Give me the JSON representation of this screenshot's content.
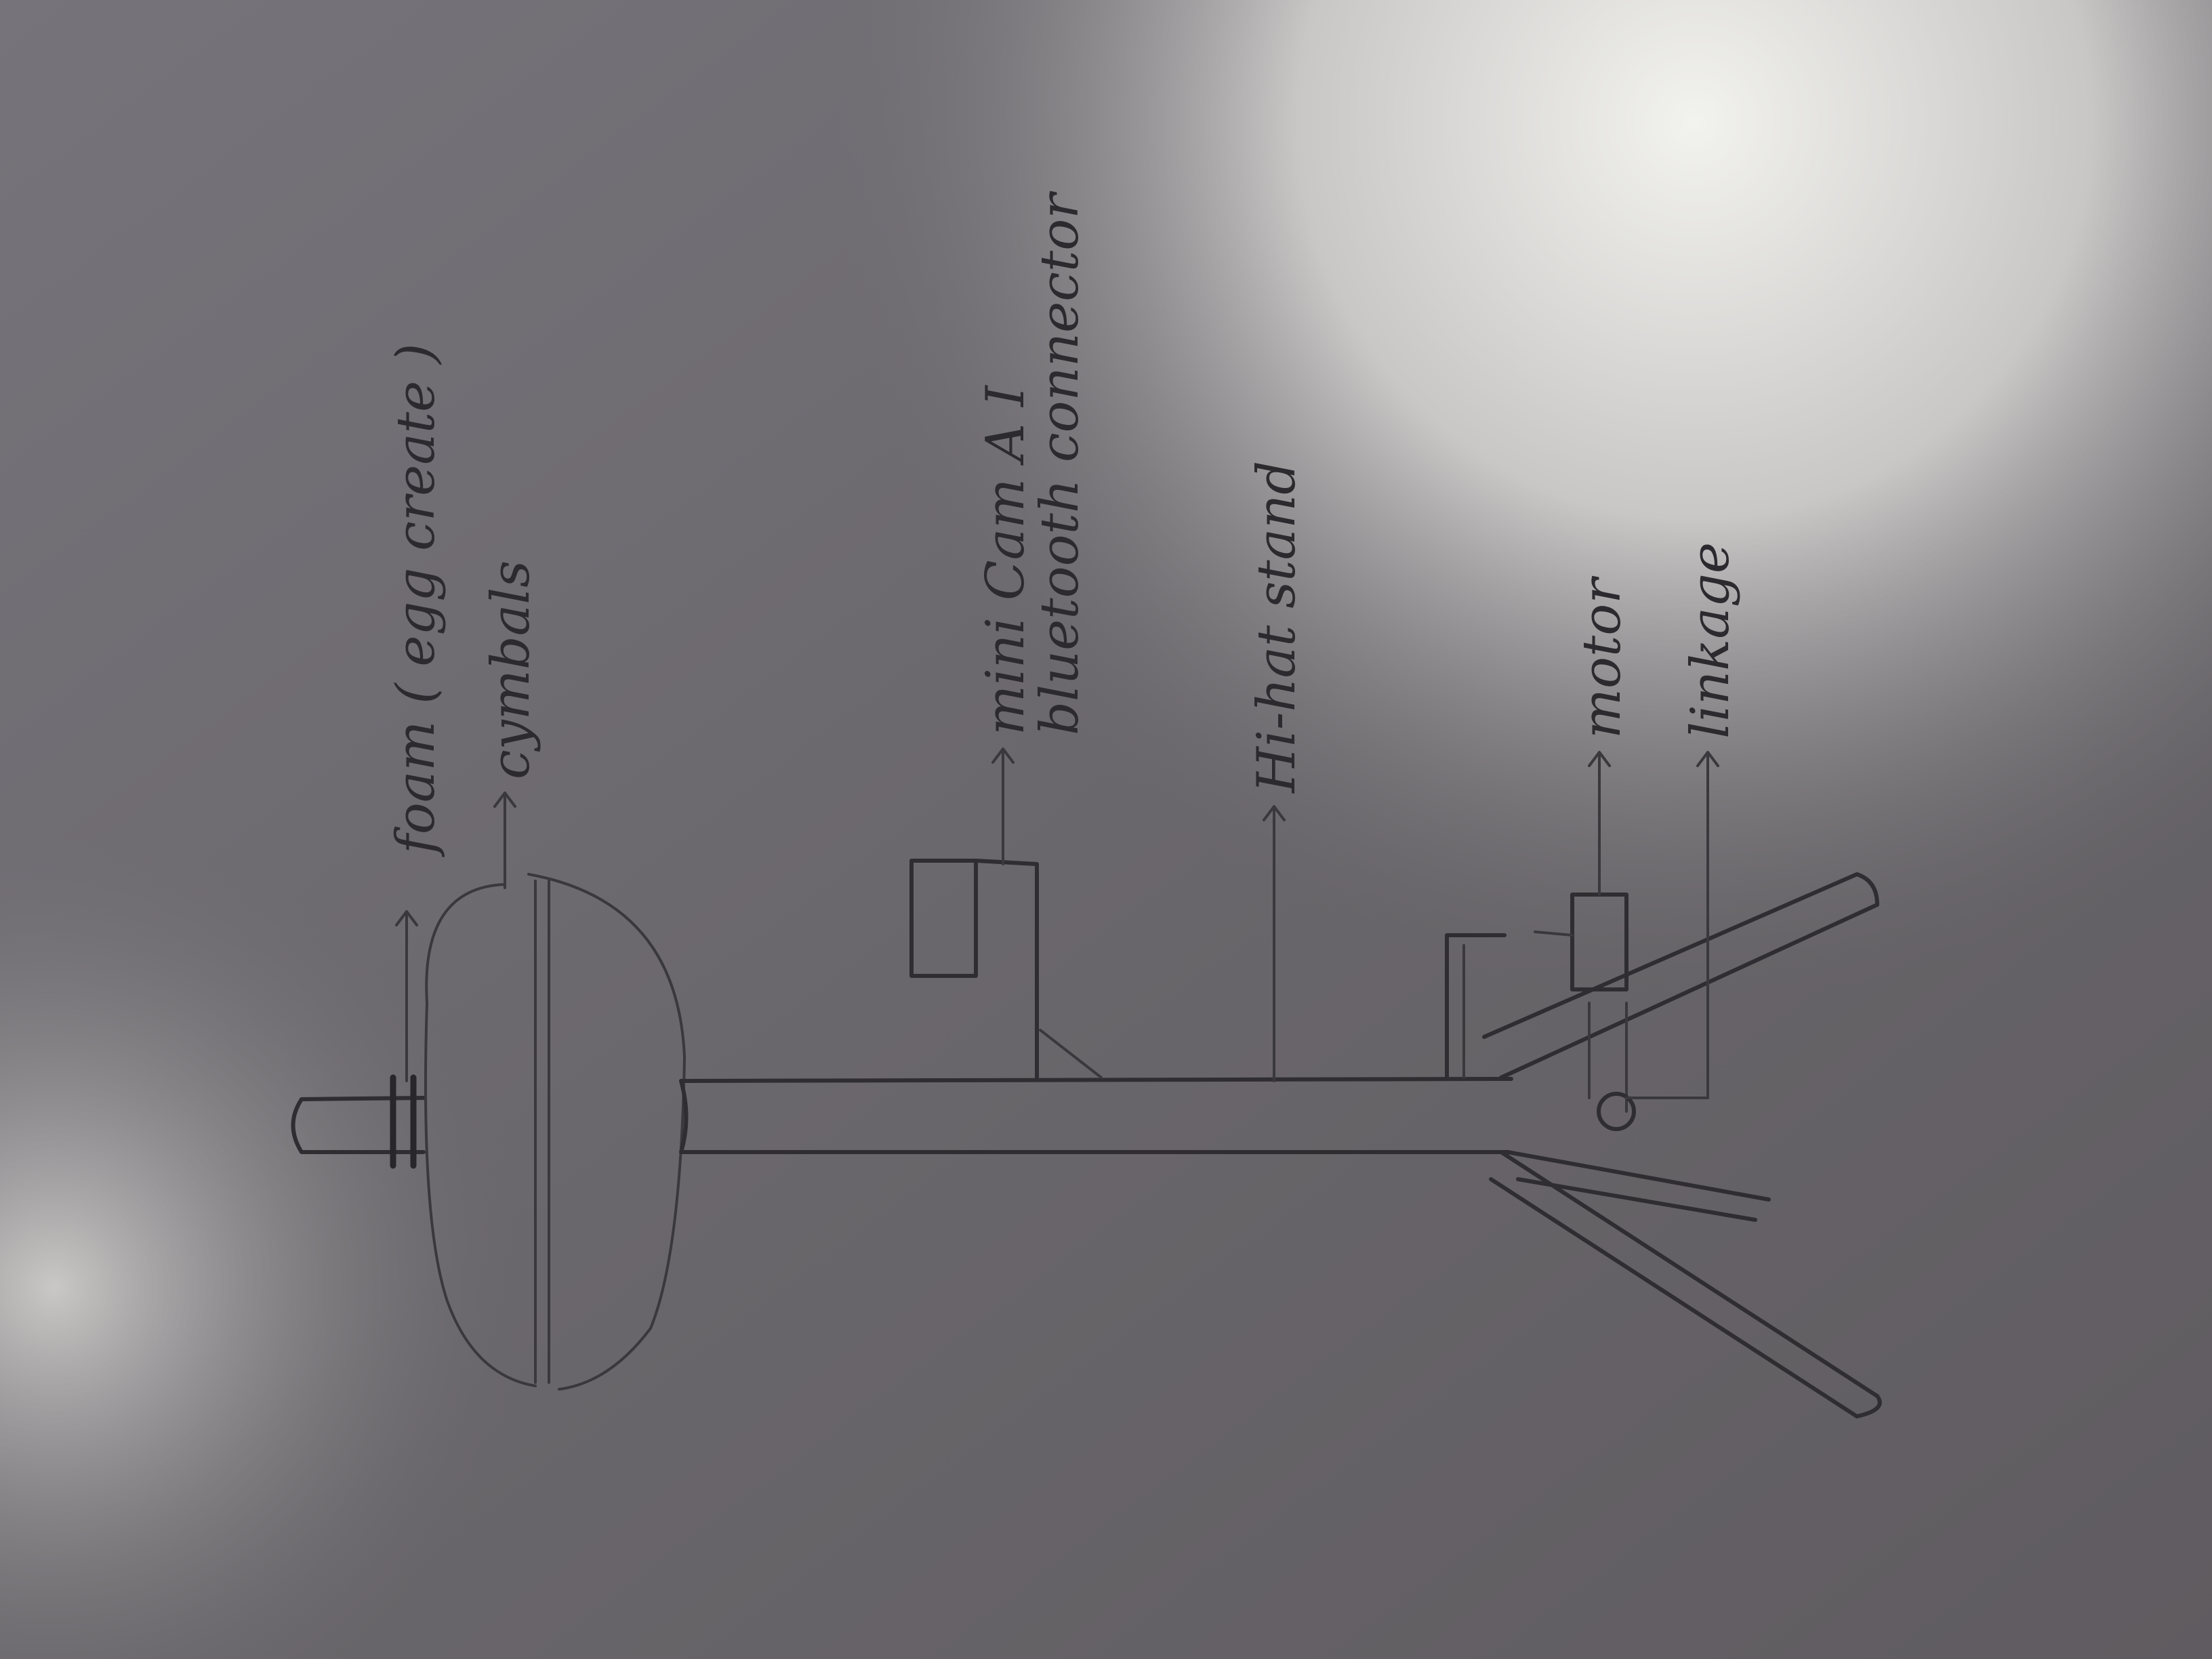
{
  "diagram": {
    "labels": {
      "foam": "foam ( egg create )",
      "cymbals": "cymbals",
      "camera_line1": "mini Cam A I",
      "camera_line2": "bluetooth connector",
      "stand": "Hi-hat stand",
      "motor": "motor",
      "linkage": "linkage"
    }
  }
}
